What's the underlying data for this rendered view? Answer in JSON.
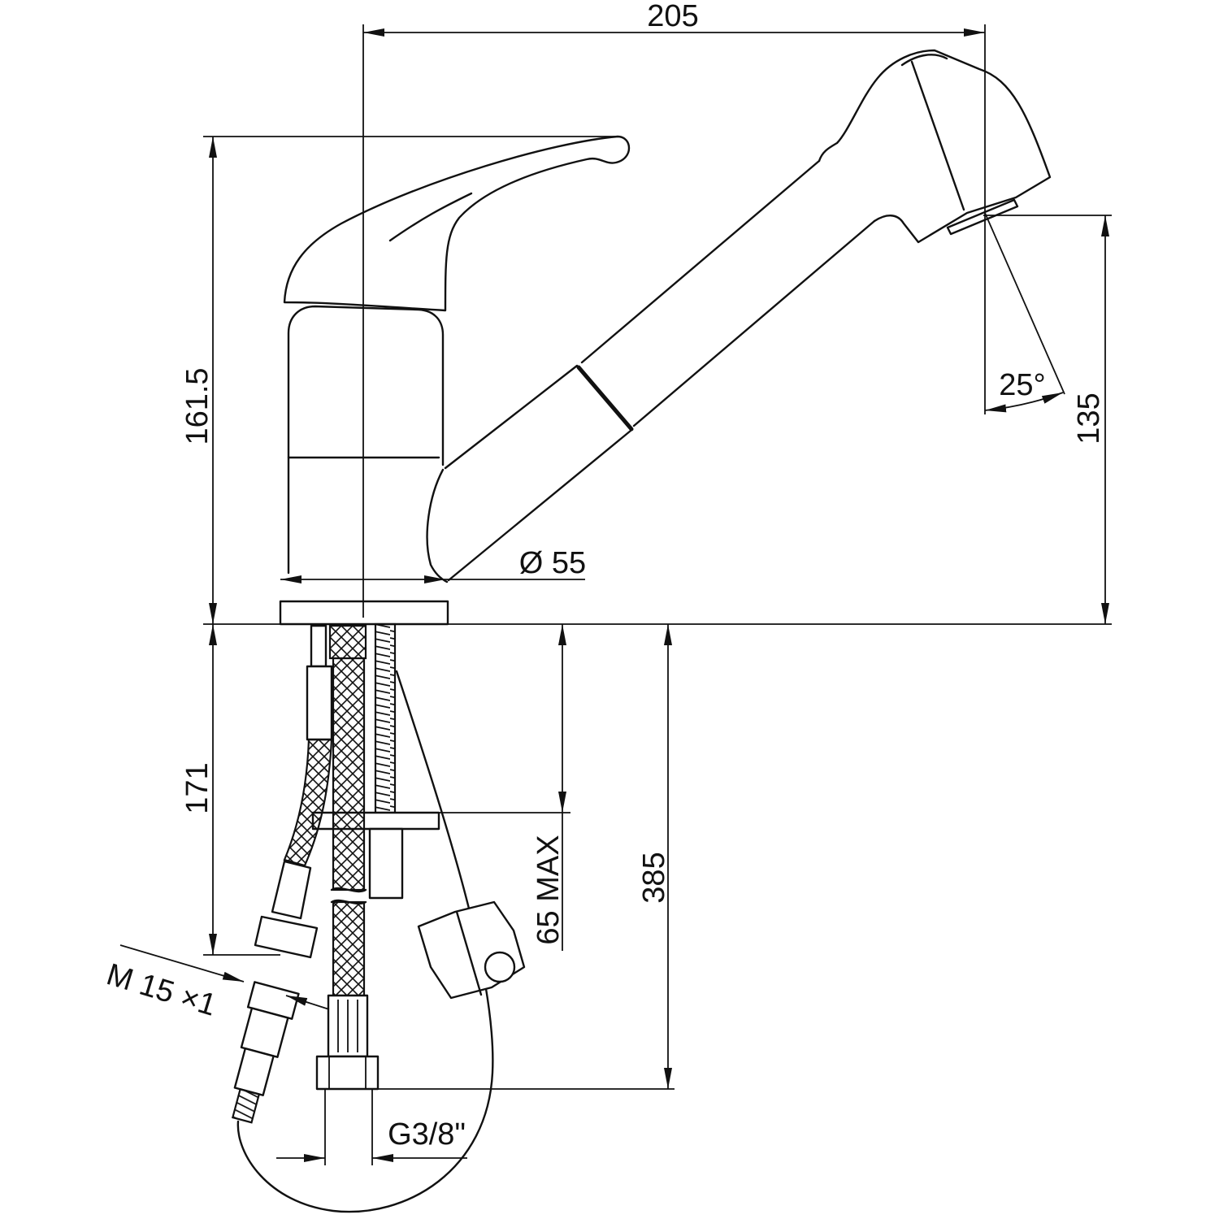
{
  "dimensions": {
    "width_top": "205",
    "height_total": "161.5",
    "spout_height": "135",
    "spray_angle": "25°",
    "base_diameter": "Ø 55",
    "hose_upper": "171",
    "counter_max": "65 MAX",
    "hose_total": "385",
    "thread_hose": "M 15 ×1",
    "thread_inlet": "G3/8\""
  }
}
